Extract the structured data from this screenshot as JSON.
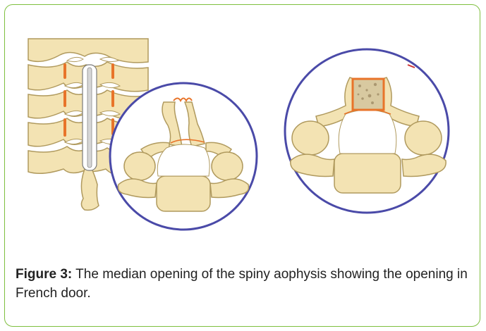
{
  "figure": {
    "label": "Figure 3:",
    "caption": "The median opening of the spiny aophysis showing the opening in French door."
  },
  "colors": {
    "frame": "#7fbf3f",
    "bone_fill": "#f3e3b3",
    "bone_stroke": "#b09a5e",
    "circle": "#4a4aa8",
    "cut": "#e8742a"
  },
  "illustrations": [
    {
      "name": "spine-posterior-view"
    },
    {
      "name": "vertebra-section-opening"
    },
    {
      "name": "vertebra-section-graft"
    }
  ]
}
